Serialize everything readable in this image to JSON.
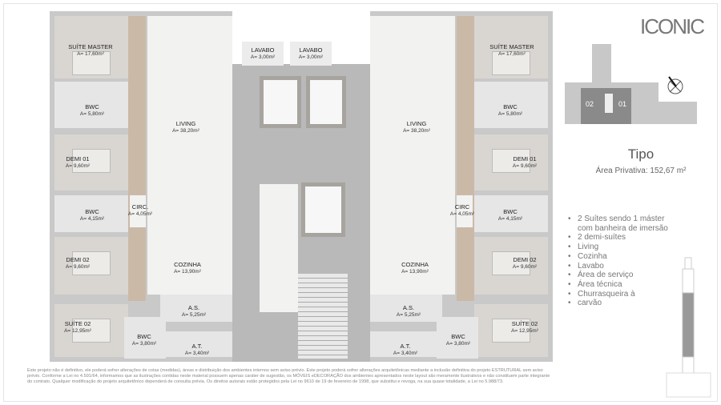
{
  "brand": "ICONIC",
  "site_plan": {
    "unit_a": "02",
    "unit_b": "01",
    "north": "N"
  },
  "type_title": "Tipo",
  "private_area": "Área Privativa: 152,67 m²",
  "features": [
    "2 Suítes sendo 1 máster com banheira de imersão",
    "2 demi-suítes",
    "Living",
    "Cozinha",
    "Lavabo",
    "Área de serviço",
    "Área técnica",
    "Churrasqueira à",
    "carvão"
  ],
  "units": {
    "left": {
      "suite_master": [
        "SUÍTE MASTER",
        "A= 17,60m²"
      ],
      "bwc1": [
        "BWC",
        "A= 5,80m²"
      ],
      "living": [
        "LIVING",
        "A= 38,20m²"
      ],
      "demi01": [
        "DEMI 01",
        "A= 9,60m²"
      ],
      "bwc2": [
        "BWC",
        "A= 4,15m²"
      ],
      "circ": [
        "CIRC.",
        "A= 4,05m²"
      ],
      "cozinha": [
        "COZINHA",
        "A= 13,90m²"
      ],
      "demi02": [
        "DEMI 02",
        "A= 9,60m²"
      ],
      "as": [
        "A.S.",
        "A= 5,25m²"
      ],
      "suite02": [
        "SUÍTE 02",
        "A= 12,95m²"
      ],
      "bwc3": [
        "BWC",
        "A= 3,80m²"
      ],
      "at": [
        "A.T.",
        "A= 3,40m²"
      ]
    },
    "right": {
      "suite_master": [
        "SUÍTE MASTER",
        "A= 17,60m²"
      ],
      "bwc1": [
        "BWC",
        "A= 5,80m²"
      ],
      "living": [
        "LIVING",
        "A= 38,20m²"
      ],
      "demi01": [
        "DEMI 01",
        "A= 9,60m²"
      ],
      "bwc2": [
        "BWC",
        "A= 4,15m²"
      ],
      "circ": [
        "CIRC",
        "A= 4,05m²"
      ],
      "cozinha": [
        "COZINHA",
        "A= 13,90m²"
      ],
      "demi02": [
        "DEMI 02",
        "A= 9,60m²"
      ],
      "as": [
        "A.S.",
        "A= 5,25m²"
      ],
      "suite02": [
        "SUÍTE 02",
        "A= 12,95m²"
      ],
      "bwc3": [
        "BWC",
        "A= 3,80m²"
      ],
      "at": [
        "A.T.",
        "A= 3,40m²"
      ]
    }
  },
  "lavabos": [
    [
      "LAVABO",
      "A= 3,00m²"
    ],
    [
      "LAVABO",
      "A= 3,00m²"
    ]
  ],
  "disclaimer": "Este projeto não é definitivo, ele poderá sofrer alterações de cotas (medidas), áreas e distribuição dos ambientes internos sem aviso prévio. Este projeto poderá sofrer alterações arquitetônicas mediante a inclusão definitiva do projeto ESTRUTURAL sem aviso prévio. Conforme a Lei no 4.591/64, informamos que as ilustrações contidas neste material possuem apenas caráter de sugestão, os MÓVEIS eDECORAÇÃO dos ambientes apresentados neste layout são meramente ilustrativos e não constituem parte integrante do contrato. Qualquer modificação do projeto arquitetônico dependerá de consulta prévia. Os direitos autorais estão protegidos pela Lei no 9610 de 19 de fevereiro de 1998, que substitui e revoga, na sua quase totalidade, a Lei no 5.988/73."
}
